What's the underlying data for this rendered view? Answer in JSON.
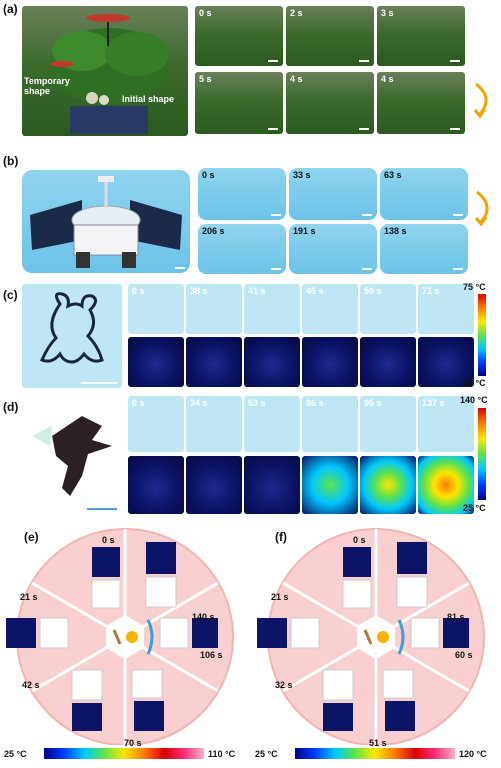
{
  "panels": {
    "a": {
      "label": "(a)",
      "temporary": "Temporary\nshape",
      "initial": "Initial shape",
      "times": [
        "0 s",
        "2 s",
        "3 s",
        "5 s",
        "4 s",
        "4 s"
      ]
    },
    "b": {
      "label": "(b)",
      "times": [
        "0 s",
        "33 s",
        "63 s",
        "206 s",
        "191 s",
        "138 s"
      ]
    },
    "c": {
      "label": "(c)",
      "times": [
        "0 s",
        "38 s",
        "41 s",
        "45 s",
        "50 s",
        "71 s"
      ],
      "cbar_max": "75 °C",
      "cbar_min": "25 °C"
    },
    "d": {
      "label": "(d)",
      "times": [
        "0 s",
        "34 s",
        "53 s",
        "86 s",
        "95 s",
        "137 s"
      ],
      "cbar_max": "140 °C",
      "cbar_min": "25 °C"
    },
    "e": {
      "label": "(e)",
      "times": [
        "0 s",
        "140 s",
        "106 s",
        "70 s",
        "42 s",
        "21 s"
      ],
      "scale_min": "25 °C",
      "scale_max": "110 °C"
    },
    "f": {
      "label": "(f)",
      "times": [
        "0 s",
        "81 s",
        "60 s",
        "51 s",
        "32 s",
        "21 s"
      ],
      "scale_min": "25 °C",
      "scale_max": "120 °C"
    }
  }
}
